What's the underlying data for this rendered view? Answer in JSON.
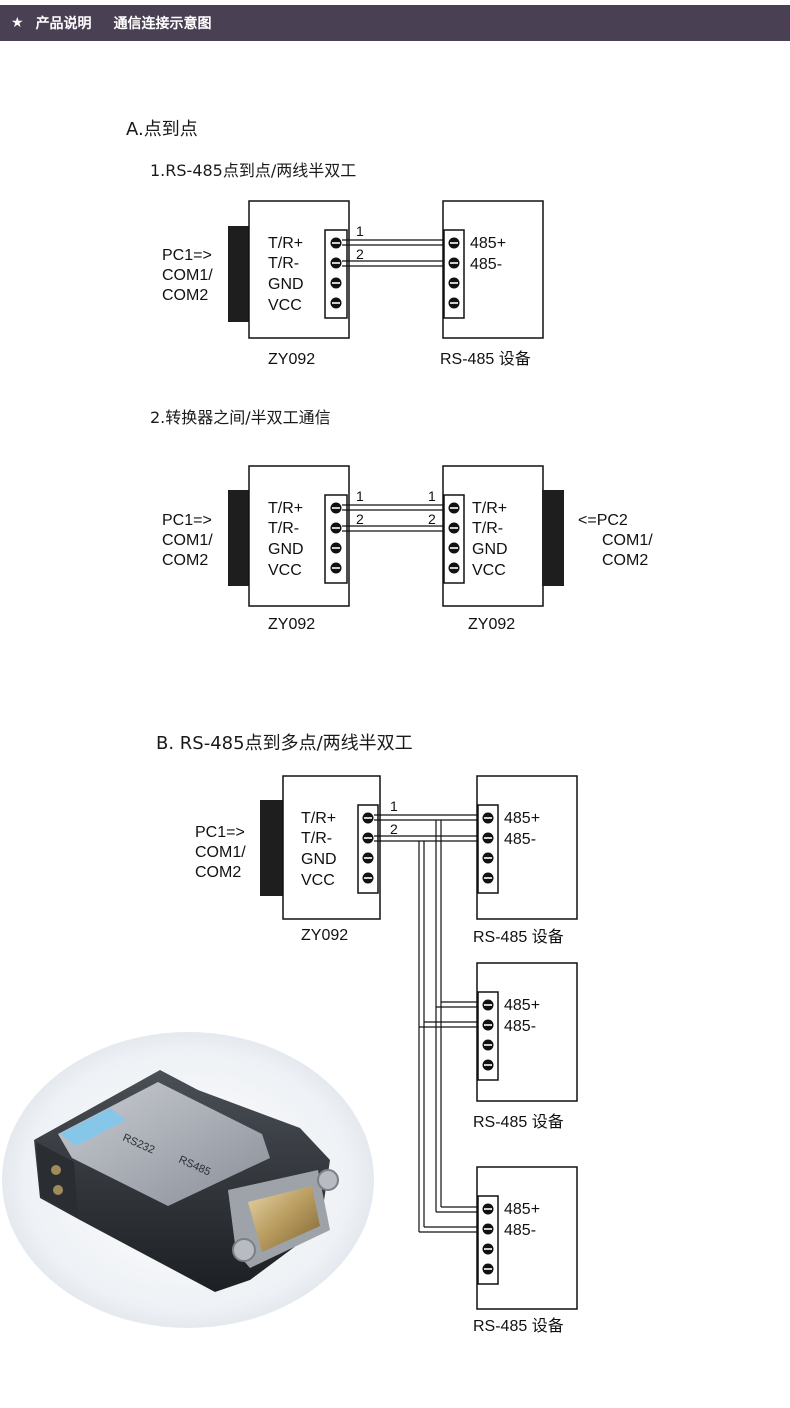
{
  "header": {
    "star_icon": "star-icon",
    "section": "产品说明",
    "title": "通信连接示意图"
  },
  "colors": {
    "header_bg": "#494053",
    "line": "#111111",
    "connector": "#1e1e1e"
  },
  "section_a": {
    "title": "A.点到点",
    "diagram1": {
      "title": "1.RS-485点到点/两线半双工",
      "pc_label_lines": [
        "PC1=>",
        "COM1/",
        "COM2"
      ],
      "converter_pins": [
        "T/R+",
        "T/R-",
        "GND",
        "VCC"
      ],
      "converter_name": "ZY092",
      "wire_labels": [
        "1",
        "2"
      ],
      "device_pins": [
        "485+",
        "485-"
      ],
      "device_name": "RS-485 设备"
    },
    "diagram2": {
      "title": "2.转换器之间/半双工通信",
      "pc1_label_lines": [
        "PC1=>",
        "COM1/",
        "COM2"
      ],
      "pc2_label_lines": [
        "<=PC2",
        "COM1/",
        "COM2"
      ],
      "converter_pins": [
        "T/R+",
        "T/R-",
        "GND",
        "VCC"
      ],
      "left_converter_name": "ZY092",
      "right_converter_name": "ZY092",
      "left_wire_labels": [
        "1",
        "2"
      ],
      "right_wire_labels": [
        "1",
        "2"
      ]
    }
  },
  "section_b": {
    "title": "B. RS-485点到多点/两线半双工",
    "pc_label_lines": [
      "PC1=>",
      "COM1/",
      "COM2"
    ],
    "converter_pins": [
      "T/R+",
      "T/R-",
      "GND",
      "VCC"
    ],
    "converter_name": "ZY092",
    "wire_labels": [
      "1",
      "2"
    ],
    "devices": [
      {
        "pins": [
          "485+",
          "485-"
        ],
        "name": "RS-485 设备"
      },
      {
        "pins": [
          "485+",
          "485-"
        ],
        "name": "RS-485 设备"
      },
      {
        "pins": [
          "485+",
          "485-"
        ],
        "name": "RS-485 设备"
      }
    ]
  },
  "product_photo": {
    "label_left": "RS232",
    "label_right": "RS485"
  }
}
